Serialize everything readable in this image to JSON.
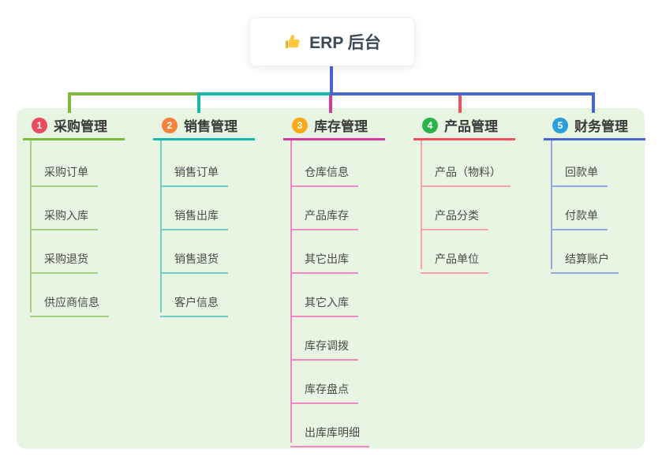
{
  "root": {
    "title": "ERP 后台",
    "icon": "thumbs-up"
  },
  "branches": [
    {
      "badge": "1",
      "title": "采购管理",
      "items": [
        "采购订单",
        "采购入库",
        "采购退货",
        "供应商信息"
      ]
    },
    {
      "badge": "2",
      "title": "销售管理",
      "items": [
        "销售订单",
        "销售出库",
        "销售退货",
        "客户信息"
      ]
    },
    {
      "badge": "3",
      "title": "库存管理",
      "items": [
        "仓库信息",
        "产品库存",
        "其它出库",
        "其它入库",
        "库存调拨",
        "库存盘点",
        "出库库明细"
      ]
    },
    {
      "badge": "4",
      "title": "产品管理",
      "items": [
        "产品（物料）",
        "产品分类",
        "产品单位"
      ]
    },
    {
      "badge": "5",
      "title": "财务管理",
      "items": [
        "回款单",
        "付款单",
        "结算账户"
      ]
    }
  ],
  "colors": {
    "panel_bg": "#E8F5E2",
    "root_connector": "#4667D2",
    "thumb_icon": "#FFC83D",
    "branch_palette": [
      {
        "badge": "#EC4A5F",
        "line": "#7DBA3D",
        "sub_line": "#A9D183"
      },
      {
        "badge": "#F8823C",
        "line": "#16B8AE",
        "sub_line": "#74CCC6"
      },
      {
        "badge": "#FBA919",
        "line": "#D4399B",
        "sub_line": "#F287C2"
      },
      {
        "badge": "#2CB34A",
        "line": "#F04F5B",
        "sub_line": "#F9A3A8"
      },
      {
        "badge": "#2B9FDE",
        "line": "#4667D2",
        "sub_line": "#93A9E2"
      }
    ]
  }
}
